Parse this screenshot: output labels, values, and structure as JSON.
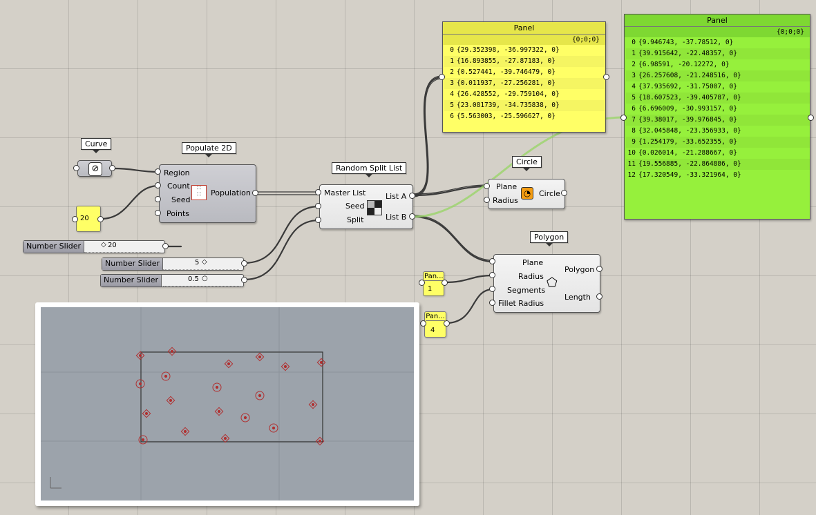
{
  "components": {
    "curve": {
      "tag": "Curve"
    },
    "populate": {
      "tag": "Populate 2D",
      "inputs": [
        "Region",
        "Count",
        "Seed",
        "Points"
      ],
      "output": "Population"
    },
    "random_split": {
      "tag": "Random Split List",
      "inputs": [
        "Master List",
        "Seed",
        "Split"
      ],
      "outputs": [
        "List A",
        "List B"
      ]
    },
    "circle": {
      "tag": "Circle",
      "inputs": [
        "Plane",
        "Radius"
      ],
      "output": "Circle"
    },
    "polygon": {
      "tag": "Polygon",
      "inputs": [
        "Plane",
        "Radius",
        "Segments",
        "Fillet Radius"
      ],
      "outputs": [
        "Polygon",
        "Length"
      ]
    }
  },
  "params": {
    "count_value": "20",
    "pan1": {
      "label": "Pan...",
      "value": "1"
    },
    "pan2": {
      "label": "Pan...",
      "value": "4"
    }
  },
  "sliders": [
    {
      "name": "Number Slider",
      "value": "20"
    },
    {
      "name": "Number Slider",
      "value": "5"
    },
    {
      "name": "Number Slider",
      "value": "0.5"
    }
  ],
  "panel_a": {
    "title": "Panel",
    "path": "{0;0;0}",
    "color": "#ffff66",
    "rows": [
      {
        "i": "0",
        "v": "{29.352398, -36.997322, 0}"
      },
      {
        "i": "1",
        "v": "{16.893855, -27.87183, 0}"
      },
      {
        "i": "2",
        "v": "{0.527441, -39.746479, 0}"
      },
      {
        "i": "3",
        "v": "{0.011937, -27.256281, 0}"
      },
      {
        "i": "4",
        "v": "{26.428552, -29.759104, 0}"
      },
      {
        "i": "5",
        "v": "{23.081739, -34.735838, 0}"
      },
      {
        "i": "6",
        "v": "{5.563003, -25.596627, 0}"
      }
    ]
  },
  "panel_b": {
    "title": "Panel",
    "path": "{0;0;0}",
    "color": "#96f03c",
    "rows": [
      {
        "i": "0",
        "v": "{9.946743, -37.78512, 0}"
      },
      {
        "i": "1",
        "v": "{39.915642, -22.48357, 0}"
      },
      {
        "i": "2",
        "v": "{6.98591, -20.12272, 0}"
      },
      {
        "i": "3",
        "v": "{26.257608, -21.248516, 0}"
      },
      {
        "i": "4",
        "v": "{37.935692, -31.75007, 0}"
      },
      {
        "i": "5",
        "v": "{18.607523, -39.405787, 0}"
      },
      {
        "i": "6",
        "v": "{6.696009, -30.993157, 0}"
      },
      {
        "i": "7",
        "v": "{39.38017, -39.976845, 0}"
      },
      {
        "i": "8",
        "v": "{32.045848, -23.356933, 0}"
      },
      {
        "i": "9",
        "v": "{1.254179, -33.652355, 0}"
      },
      {
        "i": "10",
        "v": "{0.026014, -21.288667, 0}"
      },
      {
        "i": "11",
        "v": "{19.556885, -22.864886, 0}"
      },
      {
        "i": "12",
        "v": "{17.320549, -33.321964, 0}"
      }
    ]
  },
  "viewport": {
    "background": "#9ca3ab"
  }
}
